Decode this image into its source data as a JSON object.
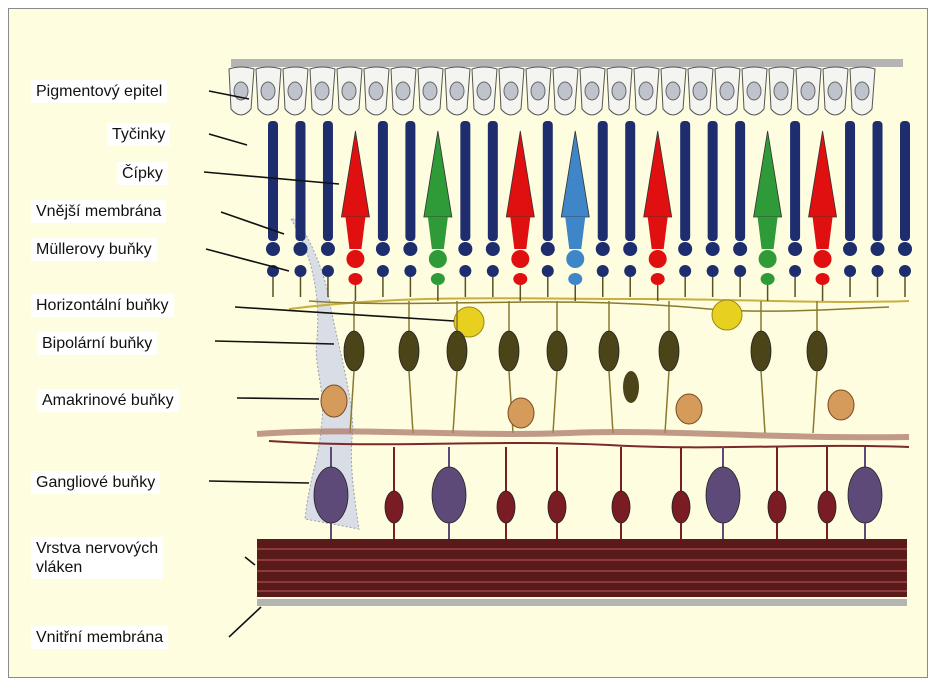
{
  "labels": {
    "pigment": "Pigmentový epitel",
    "rods": "Tyčinky",
    "cones": "Čípky",
    "outer_membrane": "Vnější membrána",
    "muller": "Müllerovy buňky",
    "horizontal": "Horizontální buňky",
    "bipolar": "Bipolární buňky",
    "amacrine": "Amakrinové buňky",
    "ganglion": "Gangliové buňky",
    "nerve_fiber_line1": "Vrstva nervových",
    "nerve_fiber_line2": "vláken",
    "inner_membrane": "Vnitřní membrána"
  },
  "colors": {
    "background": "#fefddf",
    "rod": "#1e2d6e",
    "cone_red": "#e01010",
    "cone_green": "#2e9a38",
    "cone_blue": "#3f86c8",
    "horizontal_cell": "#e8d020",
    "bipolar_cell": "#4a4418",
    "amacrine_cell": "#d49b5a",
    "ganglion_cell": "#5e4a78",
    "nerve_fiber": "#5a1a1a"
  },
  "photoreceptors": [
    "rod",
    "rod",
    "rod",
    "cone_red",
    "rod",
    "rod",
    "cone_green",
    "rod",
    "rod",
    "cone_red",
    "rod",
    "cone_blue",
    "rod",
    "rod",
    "cone_red",
    "rod",
    "rod",
    "rod",
    "cone_green",
    "rod",
    "cone_red",
    "rod",
    "rod",
    "rod"
  ]
}
